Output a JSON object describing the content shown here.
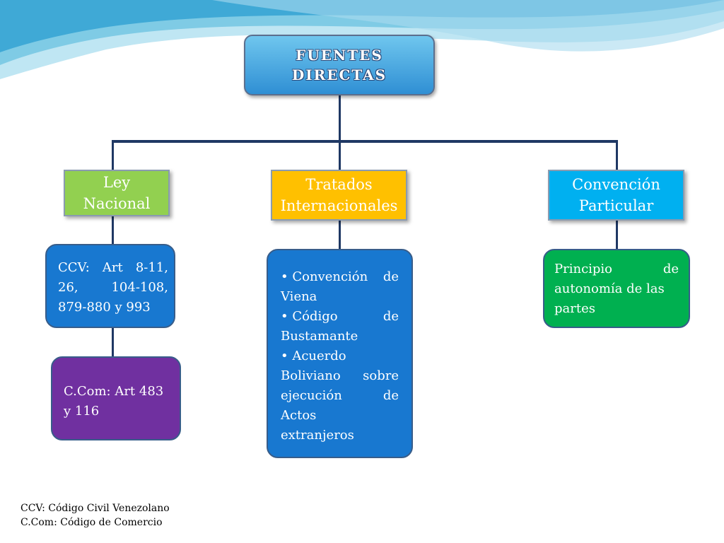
{
  "title": {
    "line1": "FUENTES",
    "line2": "DIRECTAS"
  },
  "branches": {
    "ley": {
      "title_line1": "Ley",
      "title_line2": "Nacional",
      "detail1": {
        "line1_a": "CCV:",
        "line1_b": "Art",
        "line1_c": "8-11,",
        "line2_a": "26,",
        "line2_b": "104-108,",
        "line3": "879-880 y 993"
      },
      "detail2": {
        "line1": "C.Com: Art 483",
        "line2": "y 116"
      }
    },
    "tratados": {
      "title_line1": "Tratados",
      "title_line2": "Internacionales",
      "items": [
        {
          "line1_a": "• Convención",
          "line1_b": "de",
          "line2": "Viena"
        },
        {
          "line1_a": "• Código",
          "line1_b": "de",
          "line2": "Bustamante"
        },
        {
          "line1": "• Acuerdo",
          "line2_a": "Boliviano",
          "line2_b": "sobre",
          "line3_a": "ejecución",
          "line3_b": "de",
          "line4": "Actos",
          "line5": "extranjeros"
        }
      ]
    },
    "convencion": {
      "title_line1": "Convención",
      "title_line2": "Particular",
      "detail": {
        "line1_a": "Principio",
        "line1_b": "de",
        "line2": "autonomía de las",
        "line3": "partes"
      }
    }
  },
  "footnotes": {
    "line1": "CCV: Código Civil Venezolano",
    "line2": "C.Com: Código de Comercio"
  },
  "colors": {
    "ley": "#92d050",
    "tratados": "#ffc000",
    "convencion": "#00b0f0",
    "blue_box": "#1878d0",
    "purple_box": "#7030a0",
    "green_box": "#00b050",
    "connector": "#1f3864"
  }
}
